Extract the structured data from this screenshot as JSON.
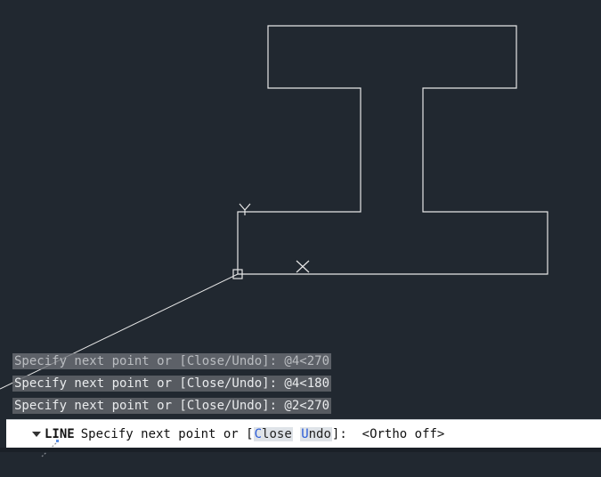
{
  "colors": {
    "background": "#212830",
    "geometry": "#e6e6e6",
    "option_highlight": "#2a5bd7"
  },
  "ucs": {
    "x_label": "X",
    "y_label": "Y"
  },
  "command_history": [
    "Specify next point or [Close/Undo]: @4<270",
    "Specify next point or [Close/Undo]: @4<180",
    "Specify next point or [Close/Undo]: @2<270"
  ],
  "command_line": {
    "icon": "line-tool-icon",
    "command": "LINE",
    "prompt": "Specify next point or [",
    "options": [
      {
        "hotkey": "C",
        "rest": "lose"
      },
      {
        "hotkey": "U",
        "rest": "ndo"
      }
    ],
    "separator": " ",
    "suffix": "]:  <Ortho off>"
  }
}
